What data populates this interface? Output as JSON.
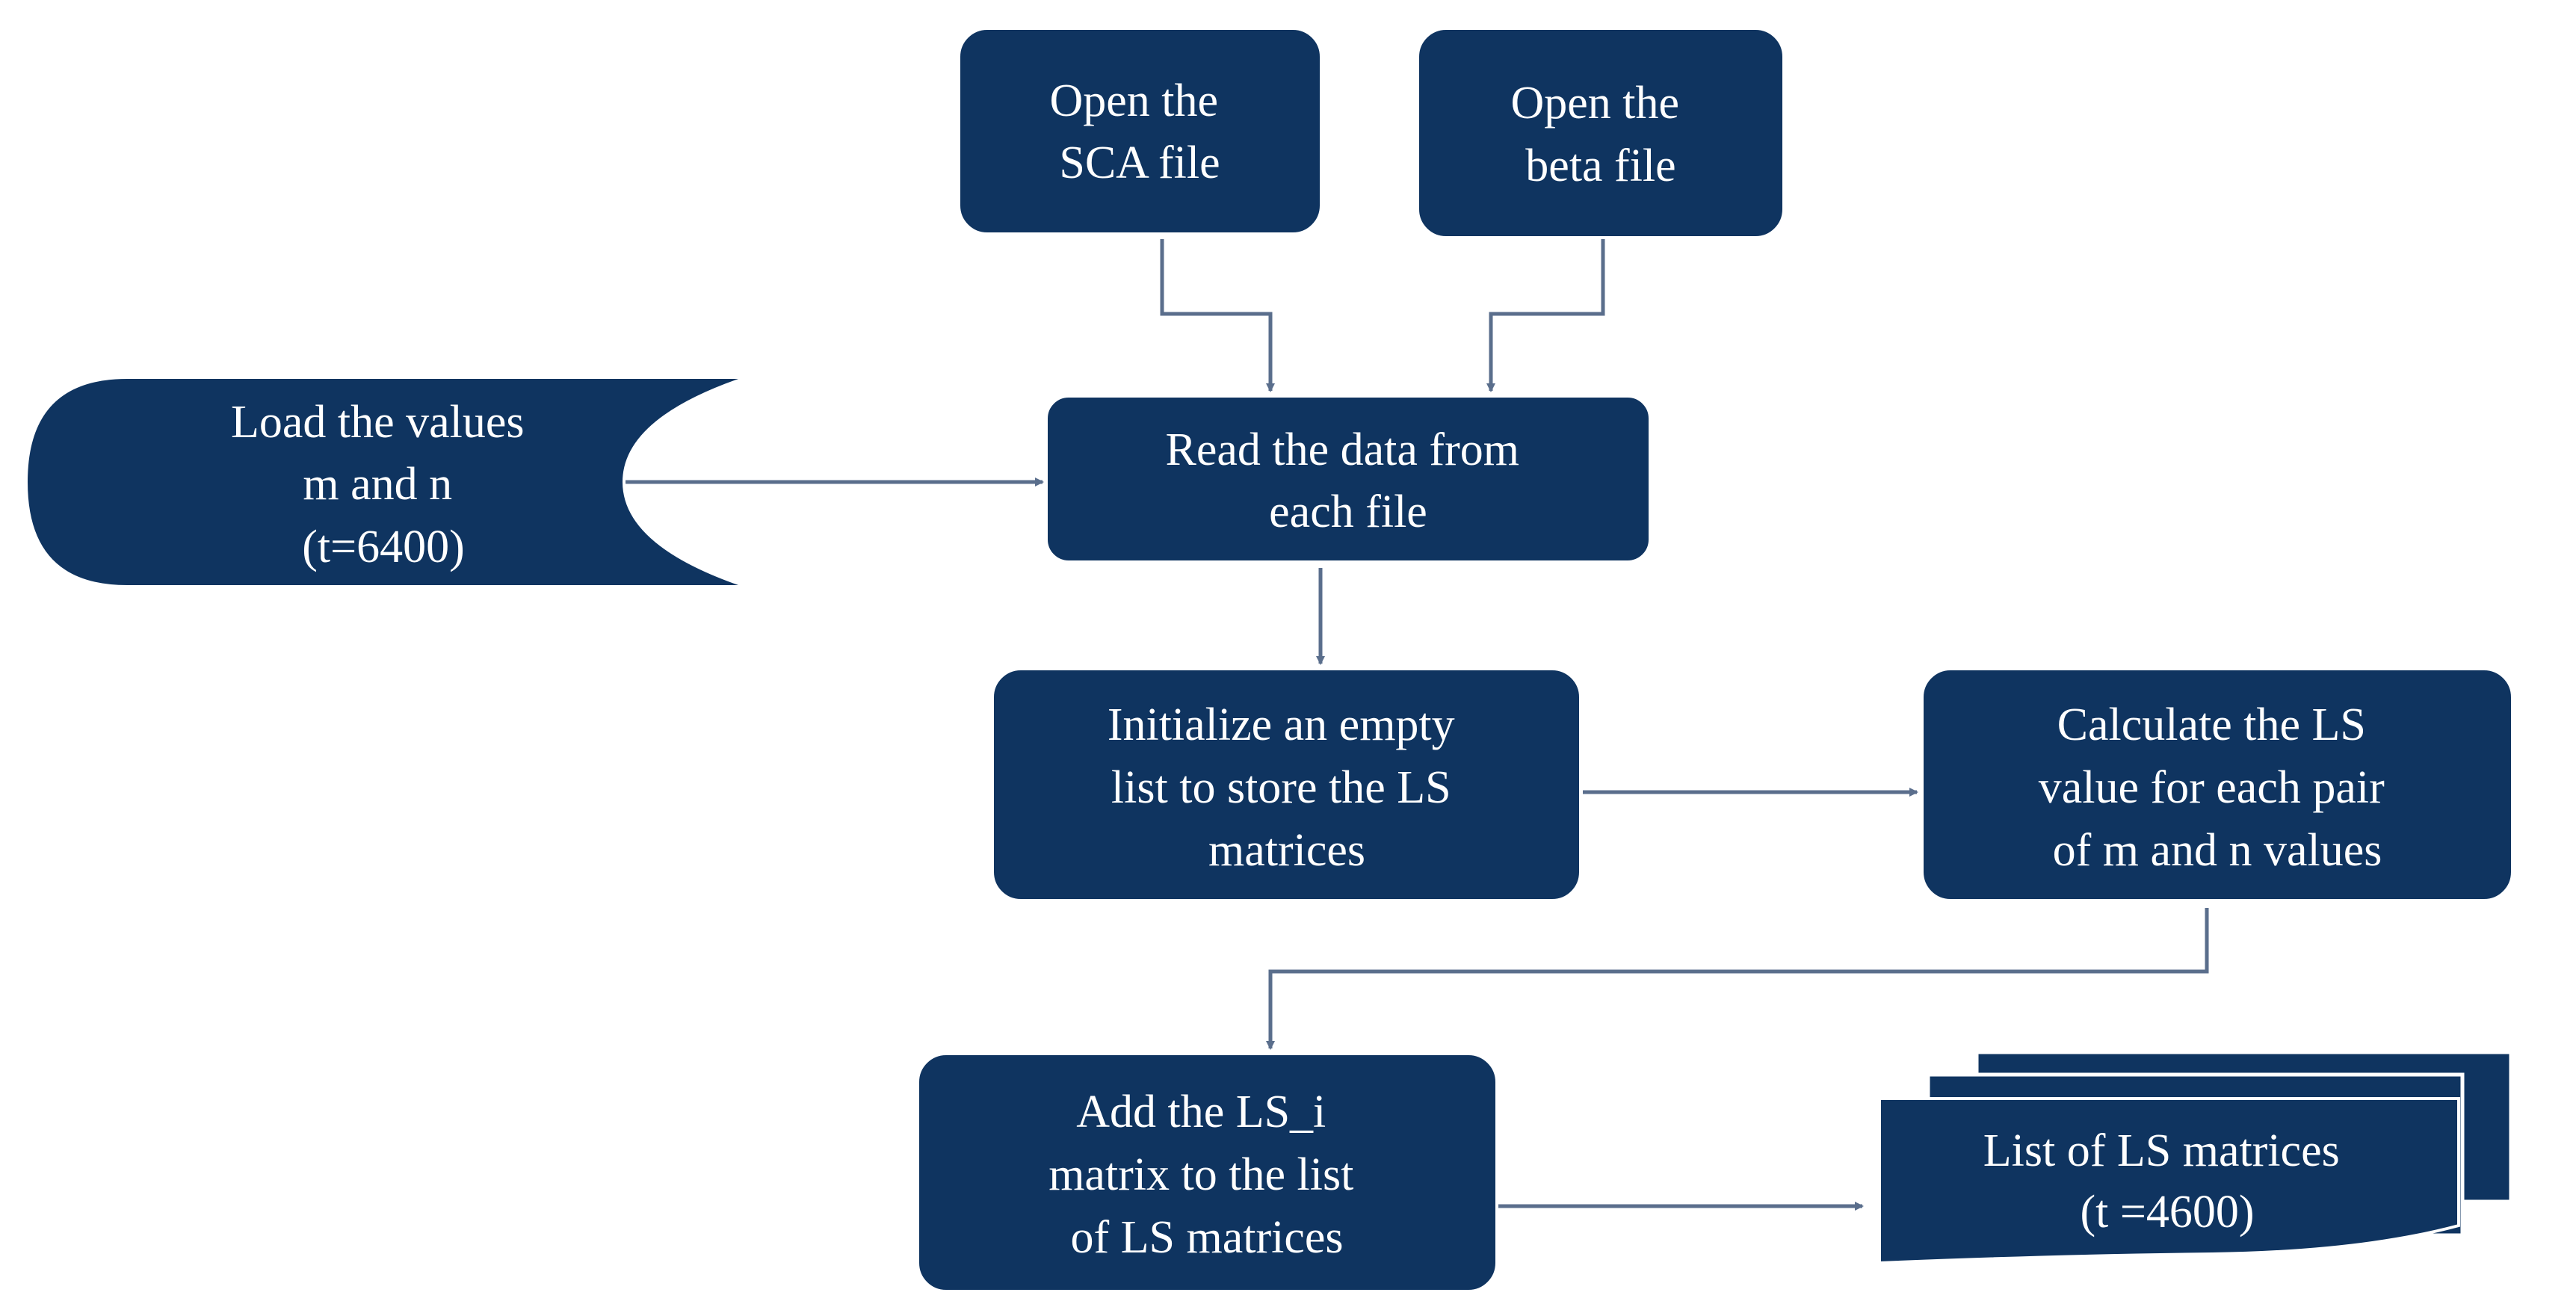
{
  "colors": {
    "node_fill": "#0f3460",
    "node_stroke": "#0b2a4e",
    "connector": "#5a6e8c",
    "text": "#ffffff",
    "background": "#ffffff"
  },
  "nodes": {
    "open_sca": {
      "lines": [
        "Open the",
        "SCA file"
      ]
    },
    "open_beta": {
      "lines": [
        "Open the",
        "beta file"
      ]
    },
    "load_values": {
      "lines": [
        "Load the values",
        "m and n",
        "(t=6400)"
      ]
    },
    "read_data": {
      "lines": [
        "Read the data from",
        "each file"
      ]
    },
    "initialize_list": {
      "lines": [
        "Initialize  an empty",
        "list to store the LS",
        "matrices"
      ]
    },
    "calculate_ls": {
      "lines": [
        "Calculate the LS",
        "value for each pair",
        "of m and n values"
      ]
    },
    "add_matrix": {
      "lines": [
        "Add the LS_i",
        "matrix to the list",
        "of LS matrices"
      ]
    },
    "ls_list": {
      "lines": [
        "List of LS matrices",
        "(t =4600)"
      ]
    }
  }
}
